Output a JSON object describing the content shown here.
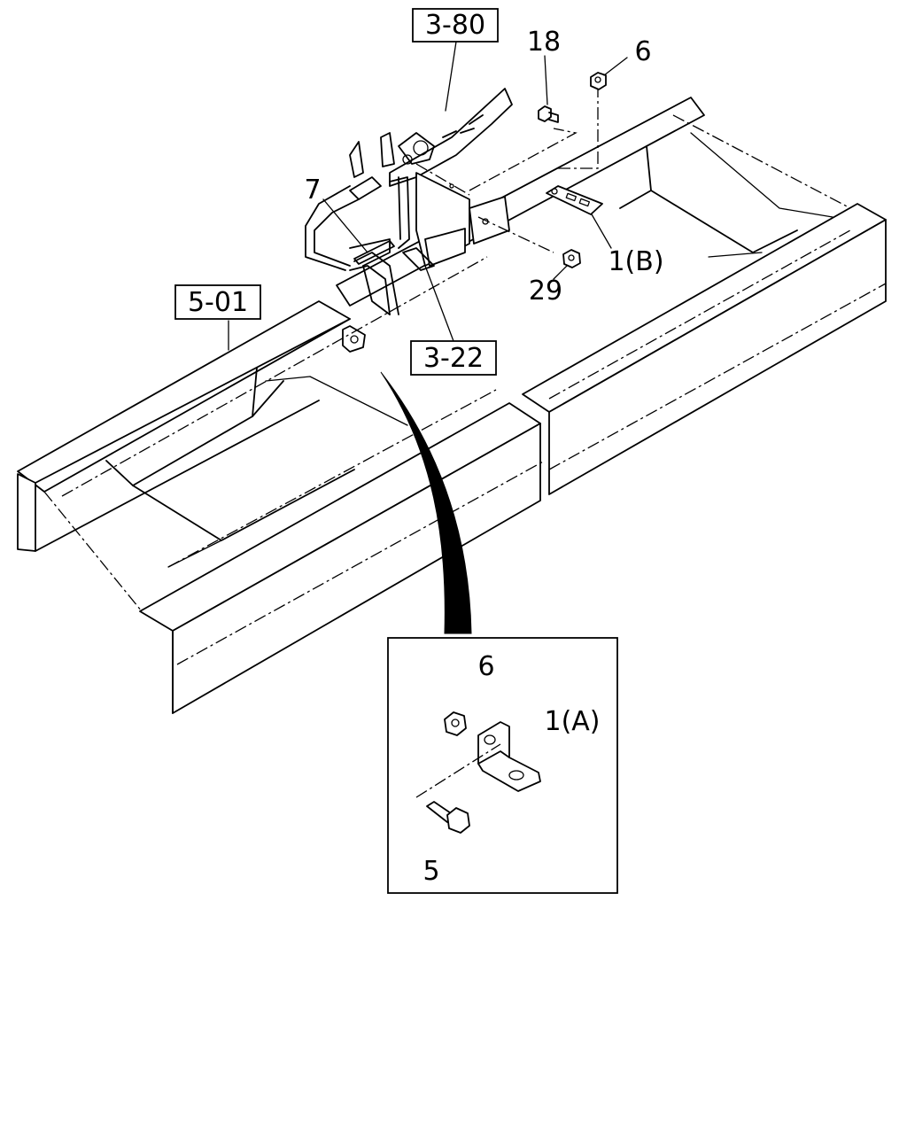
{
  "diagram": {
    "ref_boxes": {
      "r380": "3-80",
      "r501": "5-01",
      "r322": "3-22"
    },
    "callouts": {
      "c18": "18",
      "c6_top": "6",
      "c7": "7",
      "c1b": "1(B)",
      "c29": "29",
      "c6_inset": "6",
      "c1a": "1(A)",
      "c5": "5"
    }
  }
}
